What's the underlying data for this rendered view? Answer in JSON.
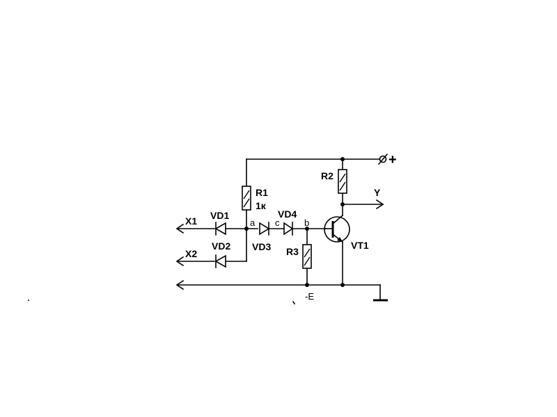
{
  "schematic": {
    "inputs": {
      "x1": "X1",
      "x2": "X2"
    },
    "output": "Y",
    "components": {
      "vd1": "VD1",
      "vd2": "VD2",
      "vd3": "VD3",
      "vd4": "VD4",
      "r1_name": "R1",
      "r1_value": "1к",
      "r2": "R2",
      "r3": "R3",
      "vt1": "VT1"
    },
    "nodes": {
      "a": "a",
      "b": "b",
      "c": "c"
    },
    "supply": {
      "positive": "+",
      "negative": "-E",
      "terminal_symbol": "⌀"
    }
  }
}
